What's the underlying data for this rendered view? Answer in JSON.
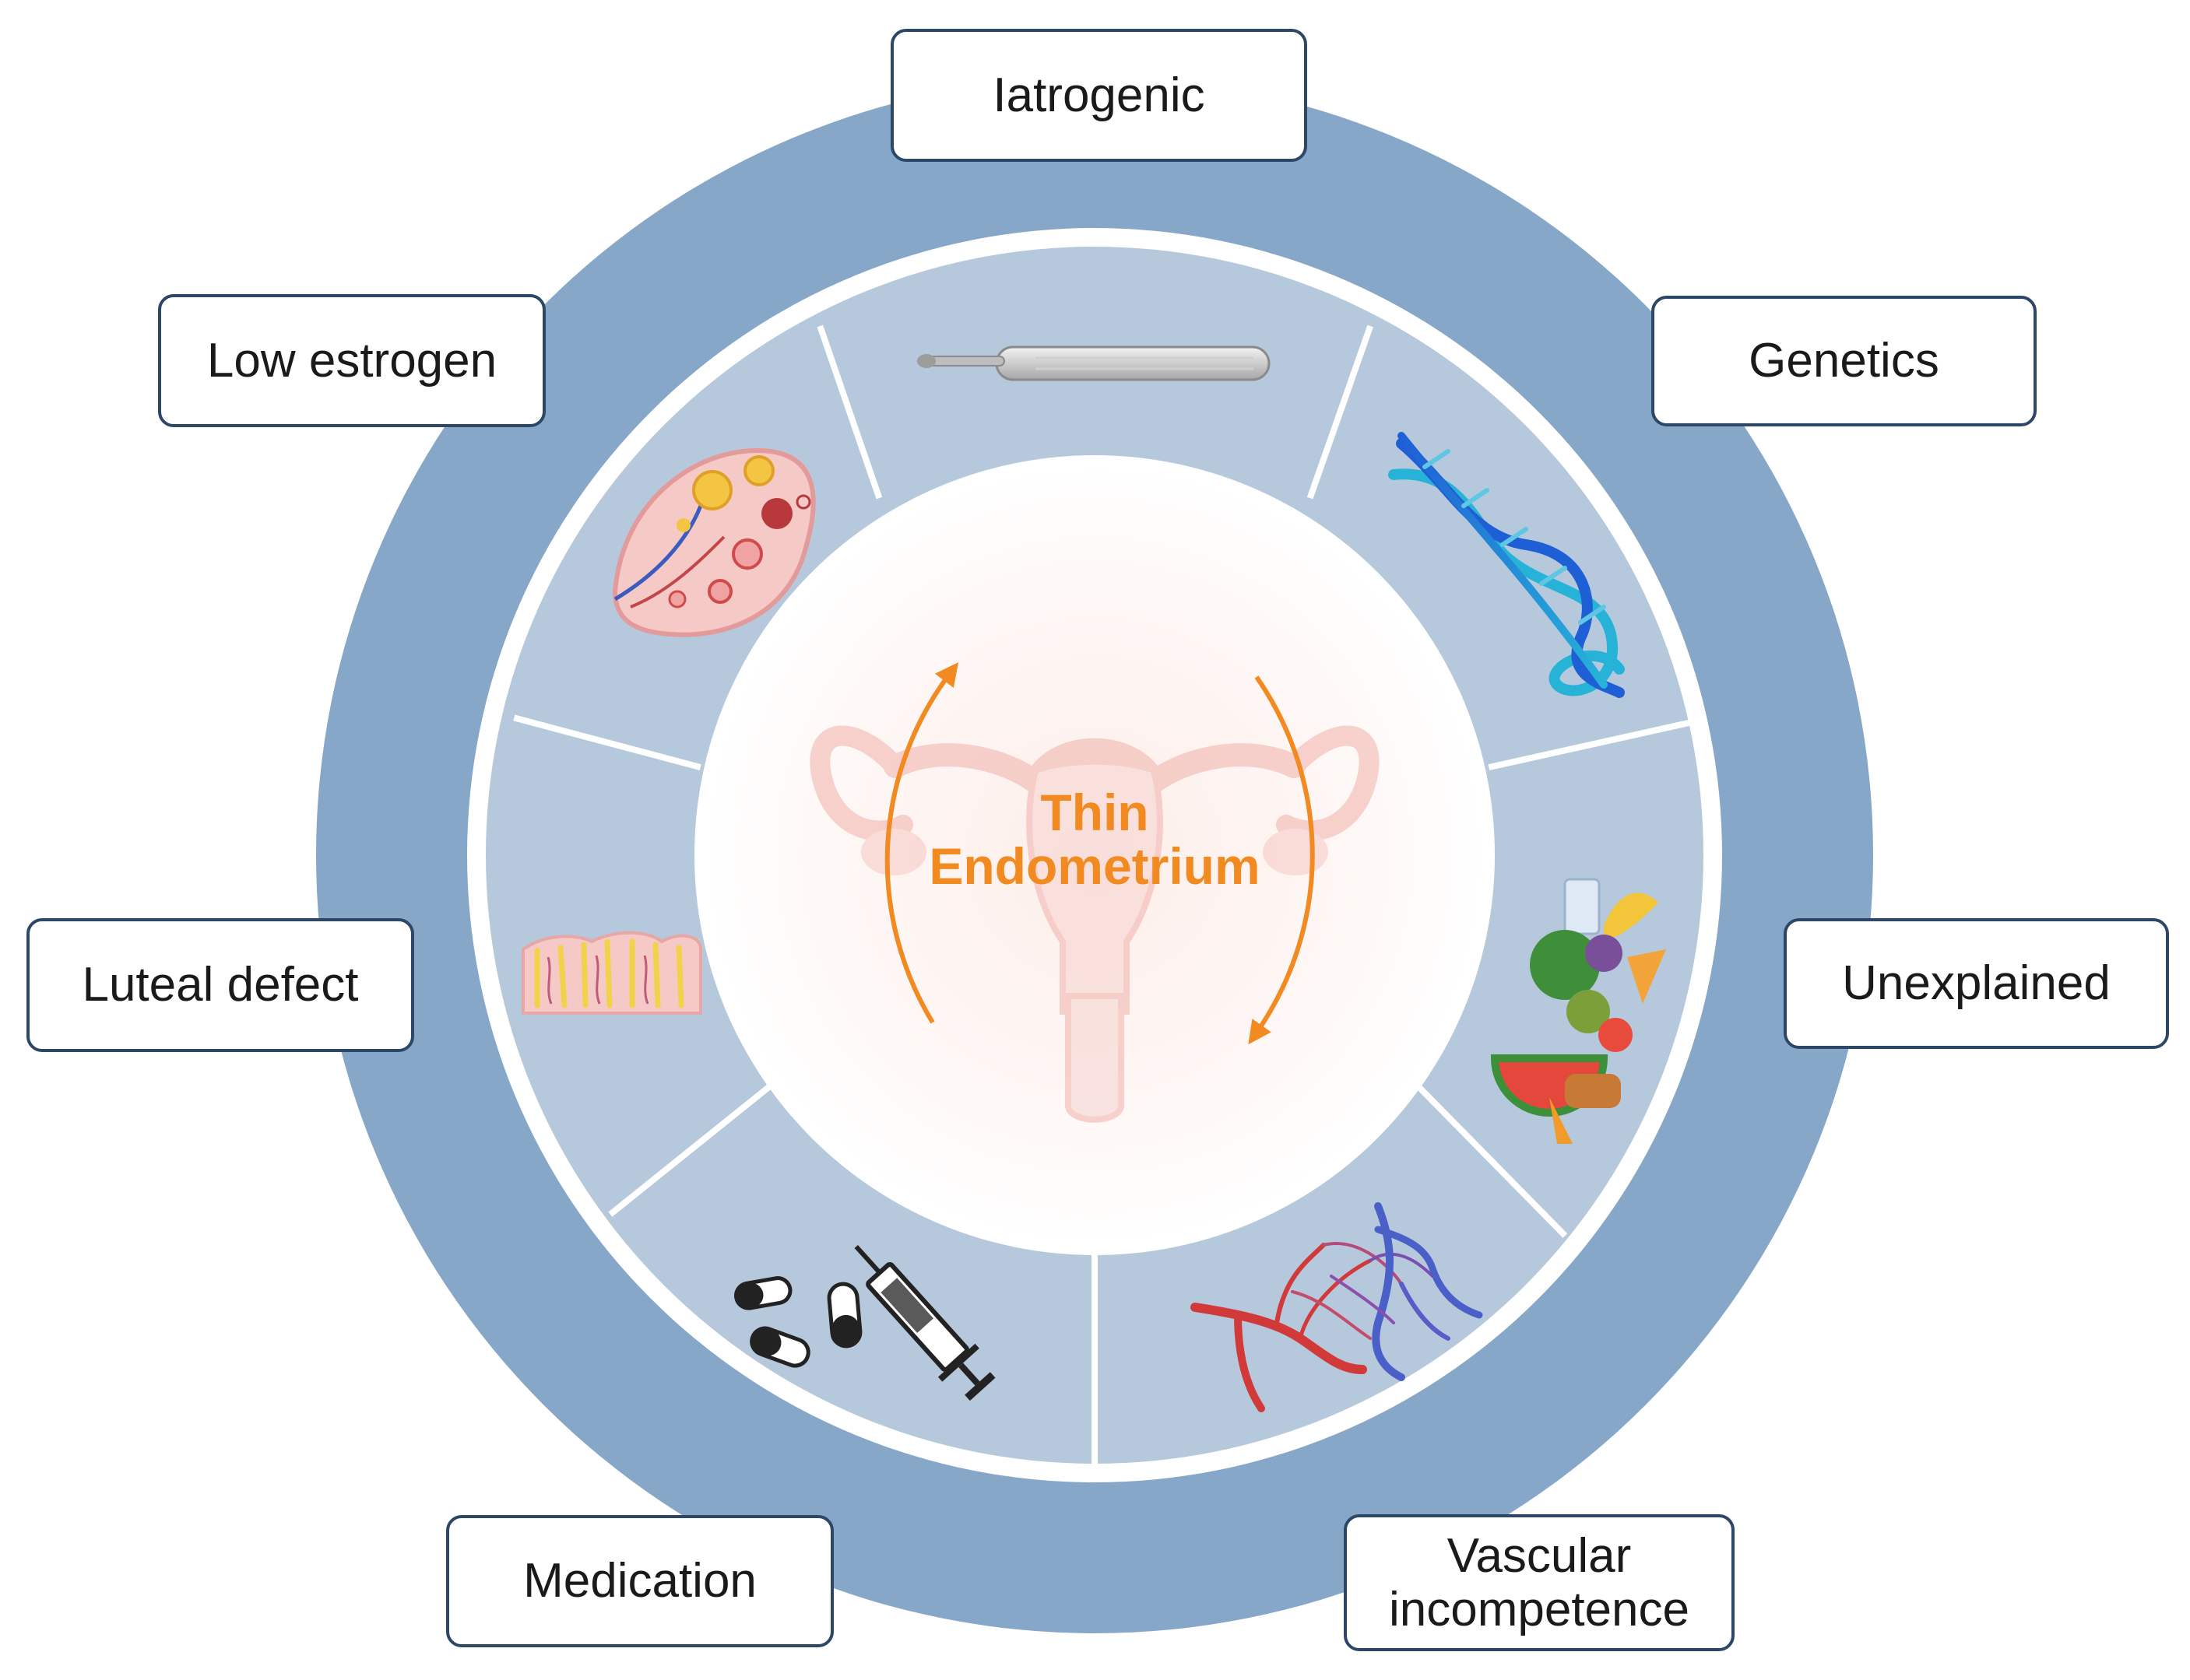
{
  "center": {
    "title": "Thin\nEndometrium"
  },
  "causes": [
    {
      "label": "Iatrogenic",
      "icon": "curette-icon"
    },
    {
      "label": "Genetics",
      "icon": "dna-icon"
    },
    {
      "label": "Unexplained",
      "icon": "food-icon"
    },
    {
      "label": "Vascular\nincompetence",
      "icon": "blood-vessels-icon"
    },
    {
      "label": "Medication",
      "icon": "pills-syringe-icon"
    },
    {
      "label": "Luteal defect",
      "icon": "endometrial-tissue-icon"
    },
    {
      "label": "Low estrogen",
      "icon": "ovary-icon"
    }
  ],
  "colors": {
    "outer_ring": "#86a7c8",
    "inner_segments": "#b6c9dc",
    "label_border": "#2d4766",
    "center_text": "#f28a22",
    "arrows": "#f28a22"
  }
}
